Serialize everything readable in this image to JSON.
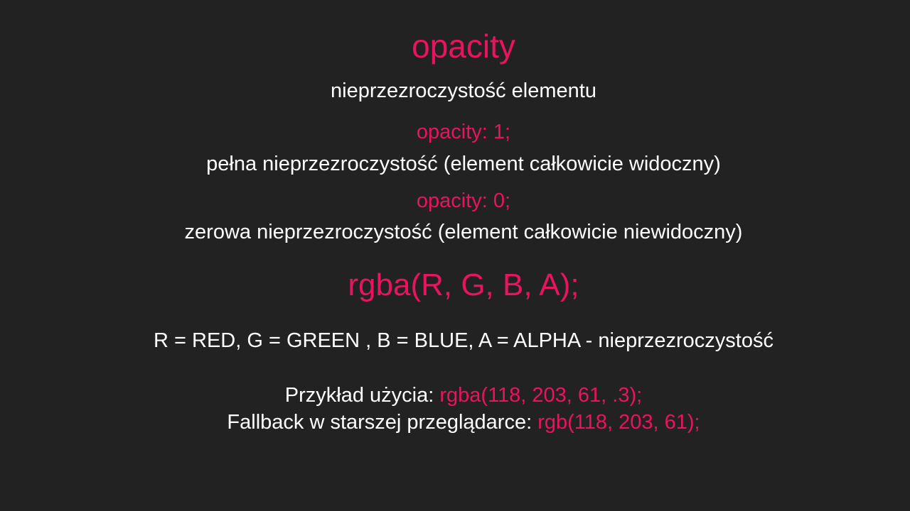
{
  "slide": {
    "title": "opacity",
    "subtitle": "nieprzezroczystość elementu",
    "opacity_one": {
      "code": "opacity: 1;",
      "description": "pełna nieprzezroczystość (element całkowicie widoczny)"
    },
    "opacity_zero": {
      "code": "opacity: 0;",
      "description": "zerowa nieprzezroczystość (element całkowicie niewidoczny)"
    },
    "rgba_title": "rgba(R, G, B, A);",
    "legend": "R = RED, G = GREEN , B = BLUE, A = ALPHA - nieprzezroczystość",
    "example": {
      "label": "Przykład użycia: ",
      "code": "rgba(118, 203, 61, .3);"
    },
    "fallback": {
      "label": "Fallback w starszej przeglądarce: ",
      "code": "rgb(118, 203, 61);"
    }
  },
  "colors": {
    "background": "#222222",
    "accent": "#e8145f",
    "text": "#ffffff"
  }
}
